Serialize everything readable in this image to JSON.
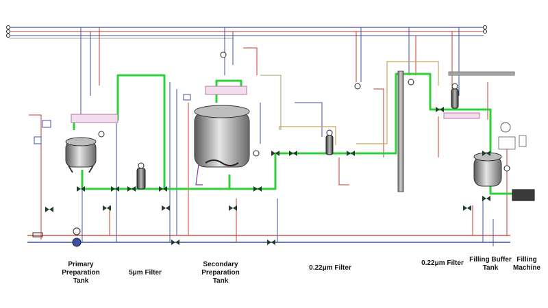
{
  "colors": {
    "process_line": "#2fd13a",
    "utility_blue": "#3d4fa8",
    "utility_red": "#c0392b",
    "utility_tan": "#c9a45a",
    "vessel_body": "#8c8c8c",
    "valve": "#1f3f2a",
    "frame_pink": "#d8a4c8",
    "background": "#ffffff"
  },
  "stations": [
    {
      "id": "primary-preparation-tank",
      "lines": [
        "Primary",
        "Preparation",
        "Tank"
      ]
    },
    {
      "id": "5um-filter",
      "lines": [
        "5μm Filter"
      ]
    },
    {
      "id": "secondary-preparation-tank",
      "lines": [
        "Secondary",
        "Preparation",
        "Tank"
      ]
    },
    {
      "id": "022um-filter-1",
      "lines": [
        "0.22μm Filter"
      ]
    },
    {
      "id": "022um-filter-2",
      "lines": [
        "0.22μm Filter"
      ]
    },
    {
      "id": "filling-buffer-tank",
      "lines": [
        "Filling Buffer",
        "Tank"
      ]
    },
    {
      "id": "filling-machine",
      "lines": [
        "Filling",
        "Machine"
      ]
    }
  ]
}
